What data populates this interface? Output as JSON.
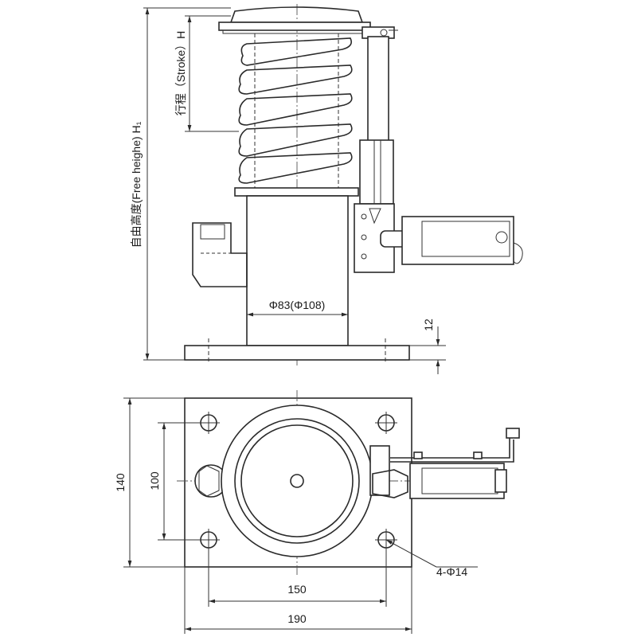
{
  "labels": {
    "free_height": "自由高度(Free heighe) H₁",
    "stroke": "行程（Stroke）H",
    "diameter": "Φ83(Φ108)",
    "plate_thickness": "12",
    "holes": "4-Φ14",
    "width_140": "140",
    "width_100": "100",
    "length_150": "150",
    "length_190": "190"
  },
  "colors": {
    "line": "#2a2a2a",
    "background": "#ffffff"
  }
}
